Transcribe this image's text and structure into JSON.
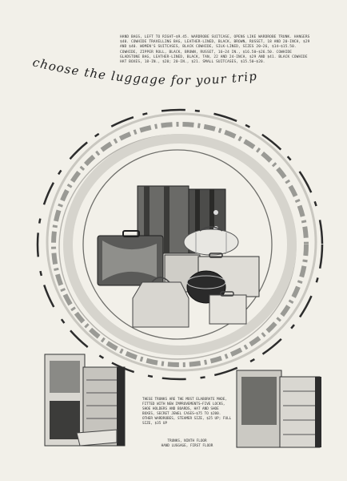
{
  "headline": "choose the luggage for your trip",
  "top_copy": "HAND BAGS, LEFT TO RIGHT—$9.45. WARDROBE SUITCASE, OPENS LIKE WARDROBE TRUNK. HANGERS $40. COWHIDE TRAVELLING BAG, LEATHER-LINED, BLACK, BROWN, RUSSET, 18 AND 20-INCH, $29 AND $40. WOMEN'S SUITCASES, BLACK COWHIDE, SILK-LINED, SIZES 20—26, $14—$15.50. COWHIDE, ZIPPER ROLL, BLACK, BROWN, RUSSET, 16—24 IN., $16.50—$26.50. COWHIDE GLADSTONE BAG, LEATHER-LINED, BLACK, TAN, 22 AND 24-INCH, $29 AND $41. BLACK COWHIDE HAT BOXES, 18-IN., $20; 20-IN., $21. SMALL SUITCASES, $15.50—$20.",
  "bottom_copy": "THESE TRUNKS ARE THE MOST ELABORATE MADE, FITTED WITH NEW IMPROVEMENTS—FIVE LOCKS, SHOE HOLDERS AND BOARDS, HAT AND SHOE BOXES, SECRET JEWEL CASES—$75 TO $200. OTHER WARDROBES, STEAMER SIZE, $25 UP; FULL SIZE, $35 UP",
  "floors": {
    "trunks": "TRUNKS, NINTH FLOOR",
    "hand_luggage": "HAND LUGGAGE, FIRST FLOOR"
  },
  "colors": {
    "paper": "#f2f0e9",
    "ink": "#1f1f1f",
    "grey": "#8a8a86",
    "dark": "#2c2c2c"
  }
}
